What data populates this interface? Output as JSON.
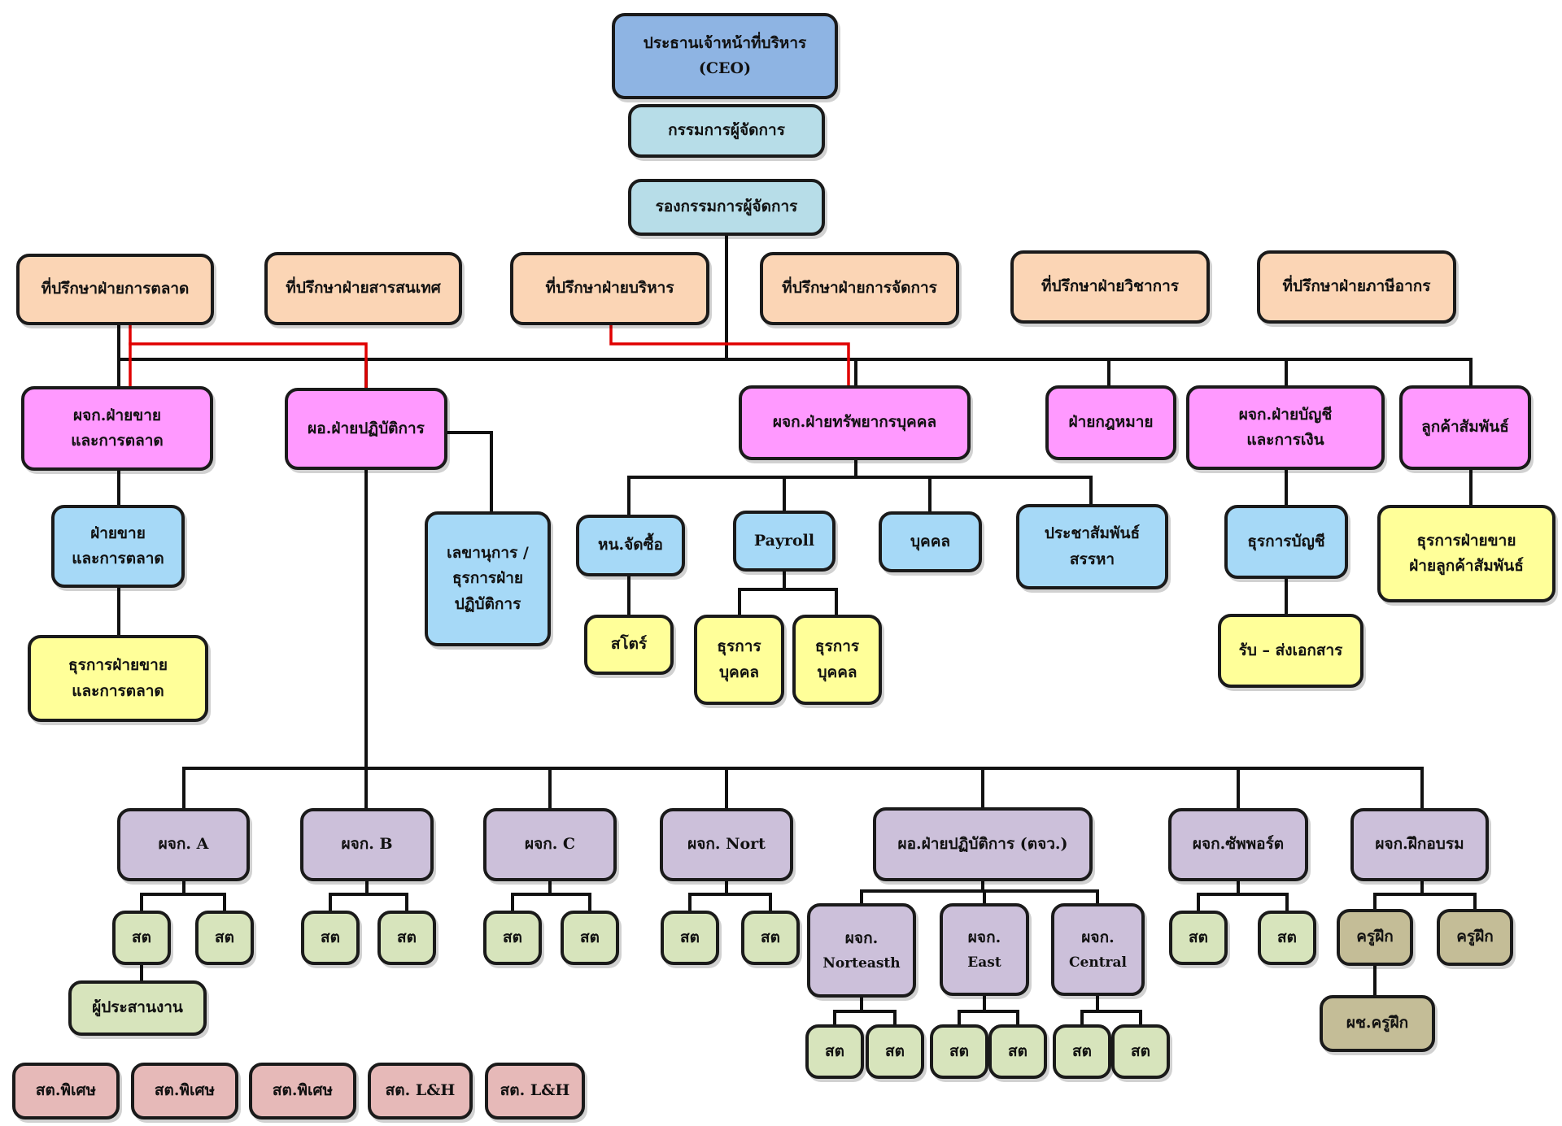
{
  "colors": {
    "ceo": "#8eb4e3",
    "board": "#b7dde8",
    "advisor": "#fbd5b5",
    "manager": "#ff99ff",
    "staff_blue": "#a6d9f7",
    "clerk_yellow": "#ffff99",
    "supervisor": "#ccc0da",
    "worker_green": "#d7e4bc",
    "special_pink": "#e6b9b8",
    "trainer": "#c4bd97",
    "line": "#111111",
    "red_line": "#e00000"
  },
  "nodes": {
    "ceo": {
      "line1": "ประธานเจ้าหน้าที่บริหาร",
      "line2": "(CEO)"
    },
    "md": {
      "line1": "กรรมการผู้จัดการ"
    },
    "dmd": {
      "line1": "รองกรรมการผู้จัดการ"
    },
    "adv_marketing": {
      "line1": "ที่ปรึกษาฝ่ายการตลาด"
    },
    "adv_it": {
      "line1": "ที่ปรึกษาฝ่ายสารสนเทศ"
    },
    "adv_admin": {
      "line1": "ที่ปรึกษาฝ่ายบริหาร"
    },
    "adv_mgmt": {
      "line1": "ที่ปรึกษาฝ่ายการจัดการ"
    },
    "adv_academic": {
      "line1": "ที่ปรึกษาฝ่ายวิชาการ"
    },
    "adv_tax": {
      "line1": "ที่ปรึกษาฝ่ายภาษีอากร"
    },
    "mgr_sales": {
      "line1": "ผจก.ฝ่ายขาย",
      "line2": "และการตลาด"
    },
    "dir_ops": {
      "line1": "ผอ.ฝ่ายปฏิบัติการ"
    },
    "mgr_hr": {
      "line1": "ผจก.ฝ่ายทรัพยากรบุคคล"
    },
    "legal": {
      "line1": "ฝ่ายกฎหมาย"
    },
    "mgr_acc": {
      "line1": "ผจก.ฝ่ายบัญชี",
      "line2": "และการเงิน"
    },
    "customer_rel": {
      "line1": "ลูกค้าสัมพันธ์"
    },
    "sales_dept": {
      "line1": "ฝ่ายขาย",
      "line2": "และการตลาด"
    },
    "sales_clerk": {
      "line1": "ธุรการฝ่ายขาย",
      "line2": "และการตลาด"
    },
    "ops_secretary": {
      "line1": "เลขานุการ /",
      "line2": "ธุรการฝ่าย",
      "line3": "ปฏิบัติการ"
    },
    "purchasing": {
      "line1": "หน.จัดซื้อ"
    },
    "payroll": {
      "line1": "Payroll"
    },
    "personnel": {
      "line1": "บุคคล"
    },
    "pr_recruit": {
      "line1": "ประชาสัมพันธ์",
      "line2": "สรรหา"
    },
    "acc_clerk": {
      "line1": "ธุรการบัญชี"
    },
    "cr_clerk": {
      "line1": "ธุรการฝ่ายขาย",
      "line2": "ฝ่ายลูกค้าสัมพันธ์"
    },
    "store": {
      "line1": "สโตร์"
    },
    "hr_clerk_1": {
      "line1": "ธุรการ",
      "line2": "บุคคล"
    },
    "hr_clerk_2": {
      "line1": "ธุรการ",
      "line2": "บุคคล"
    },
    "doc_sendrecv": {
      "line1": "รับ – ส่งเอกสาร"
    },
    "mgr_a": {
      "line1": "ผจก. A"
    },
    "mgr_b": {
      "line1": "ผจก. B"
    },
    "mgr_c": {
      "line1": "ผจก. C"
    },
    "mgr_nort": {
      "line1": "ผจก. Nort"
    },
    "dir_ops_upcountry": {
      "line1": "ผอ.ฝ่ายปฏิบัติการ (ตจว.)"
    },
    "mgr_support": {
      "line1": "ผจก.ซัพพอร์ต"
    },
    "mgr_training": {
      "line1": "ผจก.ฝึกอบรม"
    },
    "mgr_northeast": {
      "line1": "ผจก.",
      "line2": "Norteasth"
    },
    "mgr_east": {
      "line1": "ผจก.",
      "line2": "East"
    },
    "mgr_central": {
      "line1": "ผจก.",
      "line2": "Central"
    },
    "coordinator": {
      "line1": "ผู้ประสานงาน"
    },
    "trainer_1": {
      "line1": "ครูฝึก"
    },
    "trainer_2": {
      "line1": "ครูฝึก"
    },
    "asst_trainer": {
      "line1": "ผช.ครูฝึก"
    },
    "st_label": "สต",
    "special": [
      {
        "label": "สต.พิเศษ"
      },
      {
        "label": "สต.พิเศษ"
      },
      {
        "label": "สต.พิเศษ"
      },
      {
        "label": "สต. L&H"
      },
      {
        "label": "สต. L&H"
      }
    ]
  }
}
